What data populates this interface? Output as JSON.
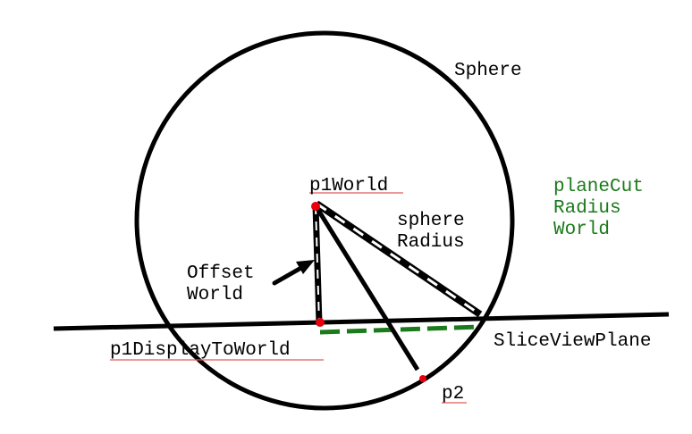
{
  "labels": {
    "sphere": "Sphere",
    "p1_world": "p1World",
    "sphere_radius_line1": "sphere",
    "sphere_radius_line2": "Radius",
    "plane_cut_line1": "planeCut",
    "plane_cut_line2": "Radius",
    "plane_cut_line3": "World",
    "offset_line1": "Offset",
    "offset_line2": "World",
    "p1_display_to_world": "p1DisplayToWorld",
    "slice_view_plane": "SliceViewPlane",
    "p2": "p2"
  },
  "colors": {
    "stroke": "#000000",
    "point": "#e8000b",
    "plane_cut": "#1b7a1b",
    "spellcheck_underline": "#e05a5a",
    "background": "#ffffff"
  }
}
